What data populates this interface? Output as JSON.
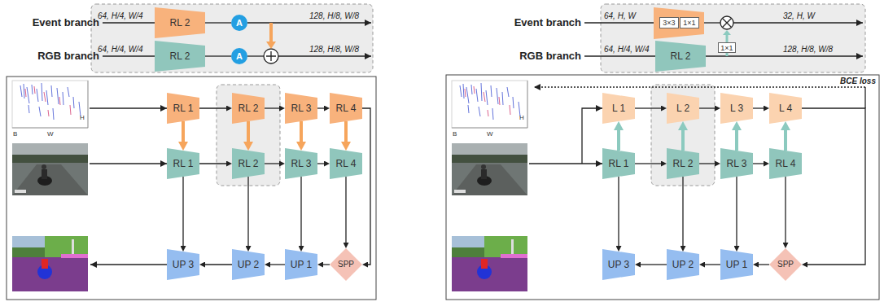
{
  "diagram": {
    "nodes": [
      {
        "text": [
          "RL 2"
        ]
      },
      {
        "text": [
          "A"
        ]
      },
      {
        "text": [
          "RL 2"
        ]
      },
      {
        "text": [
          "A"
        ]
      },
      {
        "text": [
          "RL 1"
        ]
      },
      {
        "text": [
          "RL 2"
        ]
      },
      {
        "text": [
          "RL 3"
        ]
      },
      {
        "text": [
          "RL 4"
        ]
      },
      {
        "text": [
          "RL 1"
        ]
      },
      {
        "text": [
          "RL 2"
        ]
      },
      {
        "text": [
          "RL 3"
        ]
      },
      {
        "text": [
          "RL 4"
        ]
      },
      {
        "text": [
          "UP 3"
        ]
      },
      {
        "text": [
          "UP 2"
        ]
      },
      {
        "text": [
          "UP 1"
        ]
      },
      {
        "text": [
          "SPP"
        ]
      },
      {
        "text": [
          "3×3"
        ]
      },
      {
        "text": [
          "1×1"
        ]
      },
      {
        "text": [
          "1×1"
        ]
      },
      {
        "text": [
          "RL 2"
        ]
      },
      {
        "text": [
          "L 1"
        ]
      },
      {
        "text": [
          "L 2"
        ]
      },
      {
        "text": [
          "L 3"
        ]
      },
      {
        "text": [
          "L 4"
        ]
      },
      {
        "text": [
          "RL 1"
        ]
      },
      {
        "text": [
          "RL 2"
        ]
      },
      {
        "text": [
          "RL 3"
        ]
      },
      {
        "text": [
          "RL 4"
        ]
      },
      {
        "text": [
          "UP 3"
        ]
      },
      {
        "text": [
          "UP 2"
        ]
      },
      {
        "text": [
          "UP 1"
        ]
      },
      {
        "text": [
          "SPP"
        ]
      }
    ],
    "edges": [
      {
        "from": 0,
        "to": 1,
        "arrow": "none"
      },
      {
        "from": 2,
        "to": 3,
        "arrow": "none"
      },
      {
        "from": 4,
        "to": 8,
        "arrow": "to"
      },
      {
        "from": 5,
        "to": 9,
        "arrow": "to"
      },
      {
        "from": 6,
        "to": 10,
        "arrow": "to"
      },
      {
        "from": 7,
        "to": 11,
        "arrow": "to"
      },
      {
        "from": 4,
        "to": 5,
        "arrow": "to"
      },
      {
        "from": 5,
        "to": 6,
        "arrow": "to"
      },
      {
        "from": 6,
        "to": 7,
        "arrow": "to"
      },
      {
        "from": 8,
        "to": 9,
        "arrow": "to"
      },
      {
        "from": 9,
        "to": 10,
        "arrow": "to"
      },
      {
        "from": 10,
        "to": 11,
        "arrow": "to"
      },
      {
        "from": 7,
        "to": 15,
        "arrow": "to"
      },
      {
        "from": 11,
        "to": 15,
        "arrow": "to"
      },
      {
        "from": 15,
        "to": 14,
        "arrow": "to"
      },
      {
        "from": 14,
        "to": 13,
        "arrow": "to"
      },
      {
        "from": 13,
        "to": 12,
        "arrow": "to"
      },
      {
        "from": 8,
        "to": 12,
        "arrow": "to"
      },
      {
        "from": 9,
        "to": 13,
        "arrow": "to"
      },
      {
        "from": 10,
        "to": 14,
        "arrow": "to"
      },
      {
        "from": 24,
        "to": 20,
        "arrow": "to"
      },
      {
        "from": 25,
        "to": 21,
        "arrow": "to"
      },
      {
        "from": 26,
        "to": 22,
        "arrow": "to"
      },
      {
        "from": 27,
        "to": 23,
        "arrow": "to"
      },
      {
        "from": 20,
        "to": 21,
        "arrow": "to"
      },
      {
        "from": 21,
        "to": 22,
        "arrow": "to"
      },
      {
        "from": 22,
        "to": 23,
        "arrow": "to"
      },
      {
        "from": 24,
        "to": 25,
        "arrow": "to"
      },
      {
        "from": 25,
        "to": 26,
        "arrow": "to"
      },
      {
        "from": 26,
        "to": 27,
        "arrow": "to"
      },
      {
        "from": 23,
        "to": 31,
        "arrow": "to"
      },
      {
        "from": 27,
        "to": 31,
        "arrow": "to"
      },
      {
        "from": 31,
        "to": 30,
        "arrow": "to"
      },
      {
        "from": 30,
        "to": 29,
        "arrow": "to"
      },
      {
        "from": 29,
        "to": 28,
        "arrow": "to"
      },
      {
        "from": 24,
        "to": 28,
        "arrow": "to"
      },
      {
        "from": 25,
        "to": 29,
        "arrow": "to"
      },
      {
        "from": 26,
        "to": 30,
        "arrow": "to"
      }
    ],
    "labels": [
      "Event branch",
      "RGB branch",
      "64, H/4, W/4",
      "128, H/8, W/8",
      "64, H/4, W/4",
      "128, H/8, W/8",
      "H",
      "B",
      "W",
      "Event branch",
      "RGB branch",
      "64, H, W",
      "32, H, W",
      "64, H/4, W/4",
      "128, H/8, W/8",
      "BCE loss",
      "H",
      "B",
      "W"
    ]
  }
}
